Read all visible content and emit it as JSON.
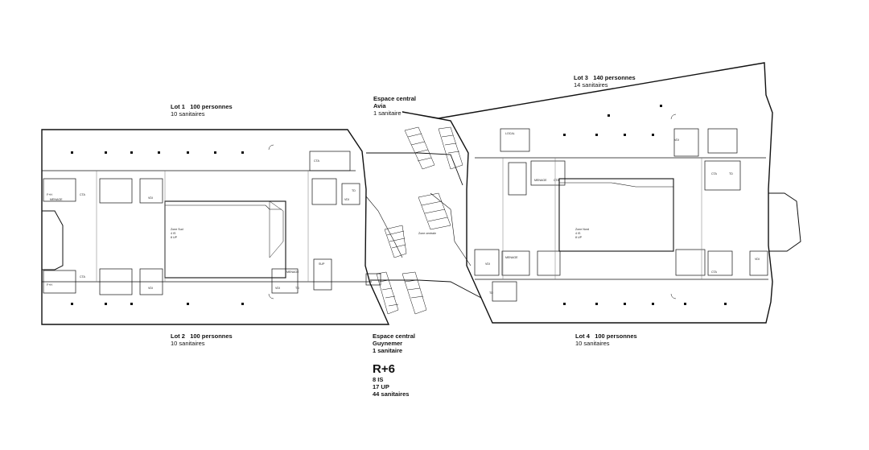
{
  "labels": {
    "lot1": {
      "name": "Lot 1",
      "people": "100 personnes",
      "sanitaires": "10 sanitaires"
    },
    "lot2": {
      "name": "Lot 2",
      "people": "100 personnes",
      "sanitaires": "10 sanitaires"
    },
    "lot3": {
      "name": "Lot 3",
      "people": "140 personnes",
      "sanitaires": "14 sanitaires"
    },
    "lot4": {
      "name": "Lot 4",
      "people": "100 personnes",
      "sanitaires": "10 sanitaires"
    },
    "espace_avia": {
      "line1": "Espace central",
      "line2": "Avia",
      "line3": "1 sanitaire"
    },
    "espace_guynemer": {
      "line1": "Espace central",
      "line2": "Guynemer",
      "line3": "1 sanitaire"
    }
  },
  "summary": {
    "level": "R+6",
    "line1": "8 IS",
    "line2": "17 UP",
    "line3": "44 sanitaires"
  },
  "room_tags": {
    "vdi": "VDI",
    "cta": "CTA",
    "td": "TD",
    "sup": "SUP",
    "fhx": "F+H",
    "menage": "MENAGE",
    "local": "LOCAL"
  },
  "zones": {
    "zone_sud": "Zone Sud",
    "zone_nord": "Zone Nord",
    "zone_centrale": "Zone centrale",
    "zone_is": "4 IS",
    "zone_up": "8 UP"
  }
}
